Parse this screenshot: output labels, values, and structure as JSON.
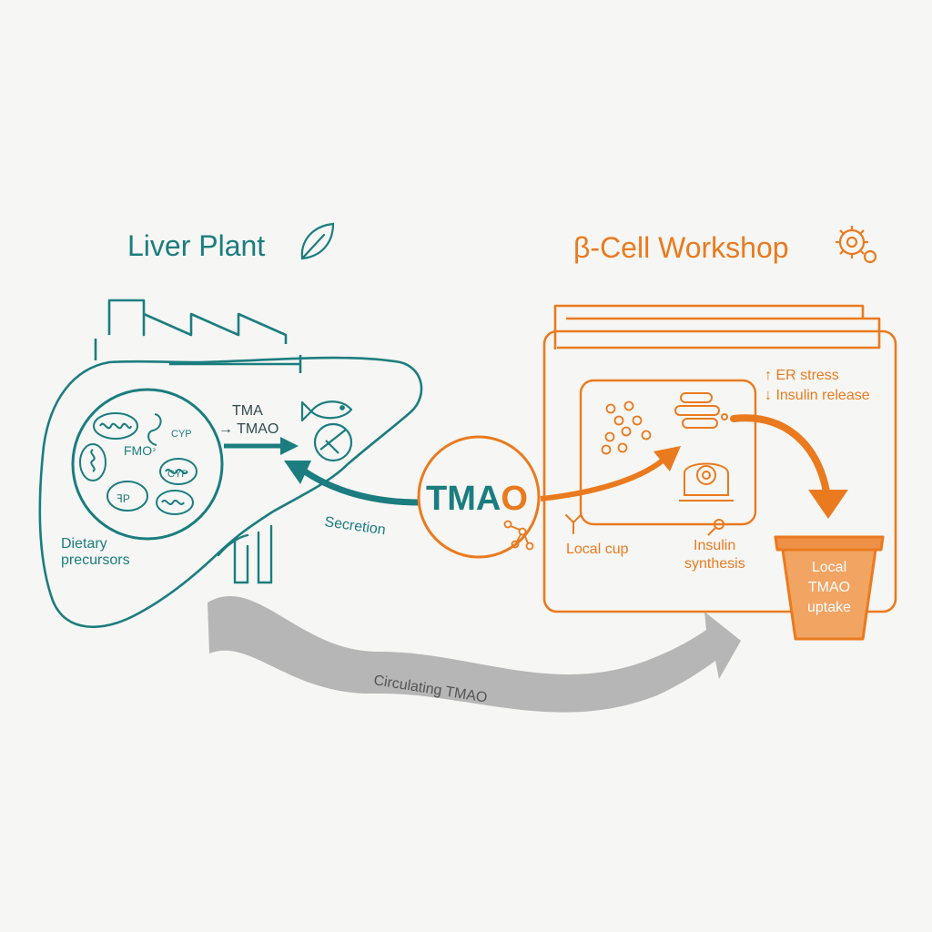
{
  "colors": {
    "teal": "#1b7d7f",
    "orange": "#ea7a1e",
    "orange_fill": "#f2a463",
    "gray": "#b6b6b6",
    "text_dark": "#2e4b4f",
    "background": "#f6f6f4"
  },
  "liver": {
    "title": "Liver Plant",
    "title_icon": "leaf-icon",
    "enzyme_fmo": "FMO",
    "enzyme_fmo_sup": "₃",
    "enzyme_cyp": "CYP",
    "organelle_label_1": "ꟻP",
    "organelle_label_2": "CYP",
    "conversion_line1": "TMA",
    "conversion_line2": "→ TMAO",
    "precursors_line1": "Dietary",
    "precursors_line2": "precursors",
    "diet_icon": "fish-icon"
  },
  "hub": {
    "label_part1": "TMA",
    "label_part2": "O",
    "molecule_icon": "molecule-icon"
  },
  "arrows": {
    "secretion": "Secretion",
    "circulating": "Circulating TMAO"
  },
  "beta_cell": {
    "title": "β-Cell Workshop",
    "title_icon": "gear-icon",
    "effect_er": "↑ ER stress",
    "effect_insulin": "↓ Insulin release",
    "local_cup": "Local cup",
    "insulin_line1": "Insulin",
    "insulin_line2": "synthesis",
    "cup_line1": "Local",
    "cup_line2": "TMAO",
    "cup_line3": "uptake"
  }
}
